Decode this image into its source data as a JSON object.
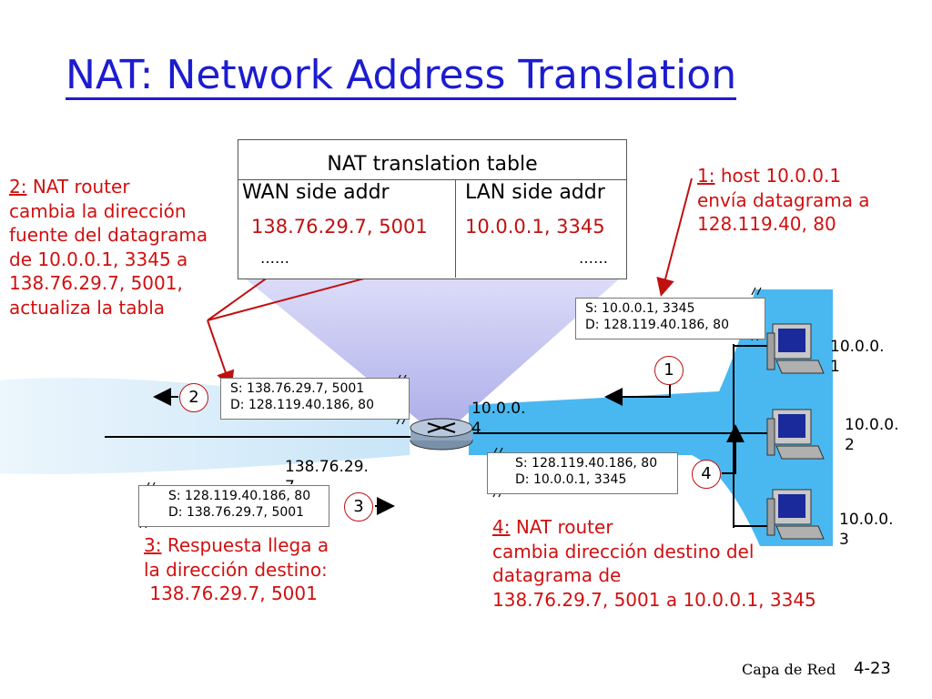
{
  "title": "NAT: Network Address Translation",
  "nat_table": {
    "header": "NAT translation table",
    "wan_header": "WAN side addr",
    "lan_header": "LAN side addr",
    "wan_value": "138.76.29.7, 5001",
    "lan_value": "10.0.0.1, 3345",
    "wan_more": "……",
    "lan_more": "……"
  },
  "notes": {
    "n1": {
      "num": "1:",
      "lines": [
        " host 10.0.0.1",
        "envía datagrama a",
        "128.119.40, 80"
      ]
    },
    "n2": {
      "num": "2:",
      "lines": [
        " NAT router",
        "cambia la dirección",
        "fuente del datagrama",
        "de 10.0.0.1, 3345 a",
        "138.76.29.7, 5001,",
        "actualiza la tabla"
      ]
    },
    "n3": {
      "num": "3:",
      "lines": [
        " Respuesta llega a",
        "la dirección destino:",
        " 138.76.29.7, 5001"
      ]
    },
    "n4": {
      "num": "4:",
      "lines": [
        " NAT router",
        "cambia dirección destino del",
        "datagrama de",
        "138.76.29.7, 5001 a 10.0.0.1, 3345"
      ]
    }
  },
  "packets": {
    "p1": {
      "s": "S: 10.0.0.1, 3345",
      "d": "D: 128.119.40.186, 80"
    },
    "p2": {
      "s": "S: 138.76.29.7, 5001",
      "d": "D: 128.119.40.186, 80"
    },
    "p3": {
      "s": "S: 128.119.40.186, 80",
      "d": "D: 138.76.29.7, 5001"
    },
    "p4": {
      "s": "S: 128.119.40.186, 80",
      "d": "D: 10.0.0.1, 3345"
    }
  },
  "steps": [
    "1",
    "2",
    "3",
    "4"
  ],
  "hosts": [
    {
      "l1": "10.0.0.",
      "l2": "1"
    },
    {
      "l1": "10.0.0.",
      "l2": "2"
    },
    {
      "l1": "10.0.0.",
      "l2": "3"
    }
  ],
  "router_ips": {
    "lan_l1": "10.0.0.",
    "lan_l2": "4",
    "wan_l1": "138.76.29.",
    "wan_l2": "7"
  },
  "footer": {
    "left": "Capa de Red",
    "right": "4-23"
  },
  "colors": {
    "title": "#1c1cd0",
    "notes": "#d01010",
    "lan": "#4ab8f0",
    "cone": "#c8c8f4"
  }
}
